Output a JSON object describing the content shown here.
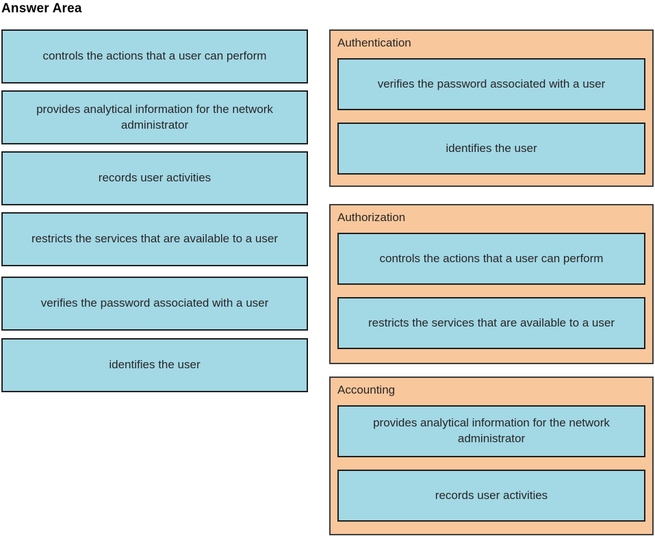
{
  "title": "Answer Area",
  "colors": {
    "tile_fill": "#a3d8e5",
    "tile_border": "#1f1f1f",
    "category_fill": "#f9c79c",
    "category_border": "#3c3c3c"
  },
  "source_items": [
    "controls the actions that a user can perform",
    "provides analytical information for the network administrator",
    "records user activities",
    "restricts the services that are available to a user",
    "verifies the password associated with a user",
    "identifies the user"
  ],
  "categories": [
    {
      "label": "Authentication",
      "items": [
        "verifies the password associated with a user",
        "identifies the user"
      ]
    },
    {
      "label": "Authorization",
      "items": [
        "controls the actions that a user can perform",
        "restricts the services that are available to a user"
      ]
    },
    {
      "label": "Accounting",
      "items": [
        "provides analytical information for the network administrator",
        "records user activities"
      ]
    }
  ]
}
